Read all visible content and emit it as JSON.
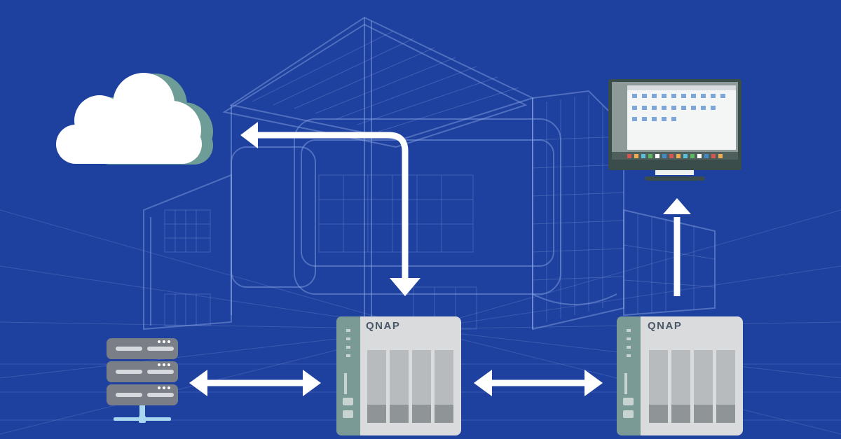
{
  "diagram": {
    "background_color": "#1e409e",
    "line_color": "#8fa9e6",
    "arrow_color": "#ffffff",
    "cloud": {
      "icon": "cloud-icon",
      "fill": "#ffffff",
      "shadow": "#6e9c97"
    },
    "server": {
      "icon": "server-stack-icon",
      "units": 3,
      "fill": "#7a7f87"
    },
    "nas_primary": {
      "icon": "nas-icon",
      "brand": "QNAP",
      "bays": 4
    },
    "nas_secondary": {
      "icon": "nas-icon",
      "brand": "QNAP",
      "bays": 4
    },
    "monitor": {
      "icon": "desktop-monitor-icon"
    },
    "connections": [
      {
        "from": "server",
        "to": "nas_primary",
        "type": "bidirectional"
      },
      {
        "from": "nas_primary",
        "to": "nas_secondary",
        "type": "bidirectional"
      },
      {
        "from": "nas_primary",
        "to": "cloud",
        "type": "bidirectional"
      },
      {
        "from": "nas_secondary",
        "to": "monitor",
        "type": "unidirectional"
      }
    ]
  }
}
